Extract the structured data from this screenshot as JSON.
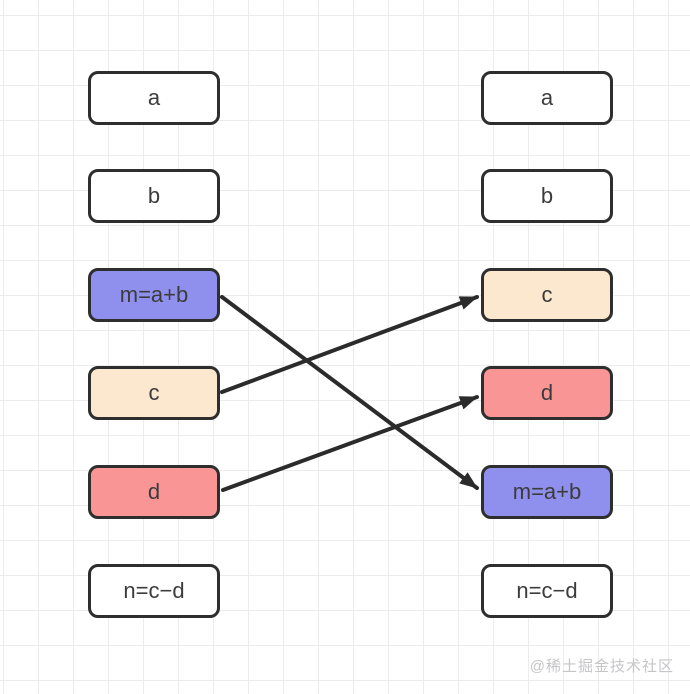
{
  "diagram": {
    "description_colors": {
      "box_border": "#2e2e2e",
      "arrow": "#2b2b2b",
      "grid_line": "#ececec",
      "background": "#ffffff",
      "purple_fill": "#8f90ee",
      "peach_fill": "#fce8ce",
      "red_fill": "#f99595",
      "watermark_text": "#c5c5c8"
    },
    "left_column": {
      "items": [
        {
          "label": "a",
          "fill": "white"
        },
        {
          "label": "b",
          "fill": "white"
        },
        {
          "label": "m=a+b",
          "fill": "purple"
        },
        {
          "label": "c",
          "fill": "peach"
        },
        {
          "label": "d",
          "fill": "red"
        },
        {
          "label": "n=c−d",
          "fill": "white"
        }
      ]
    },
    "right_column": {
      "items": [
        {
          "label": "a",
          "fill": "white"
        },
        {
          "label": "b",
          "fill": "white"
        },
        {
          "label": "c",
          "fill": "peach"
        },
        {
          "label": "d",
          "fill": "red"
        },
        {
          "label": "m=a+b",
          "fill": "purple"
        },
        {
          "label": "n=c−d",
          "fill": "white"
        }
      ]
    },
    "arrows": [
      {
        "from": "left m=a+b",
        "to": "right m=a+b"
      },
      {
        "from": "left c",
        "to": "right c"
      },
      {
        "from": "left d",
        "to": "right d"
      }
    ]
  },
  "watermark": {
    "text": "@稀土掘金技术社区"
  }
}
